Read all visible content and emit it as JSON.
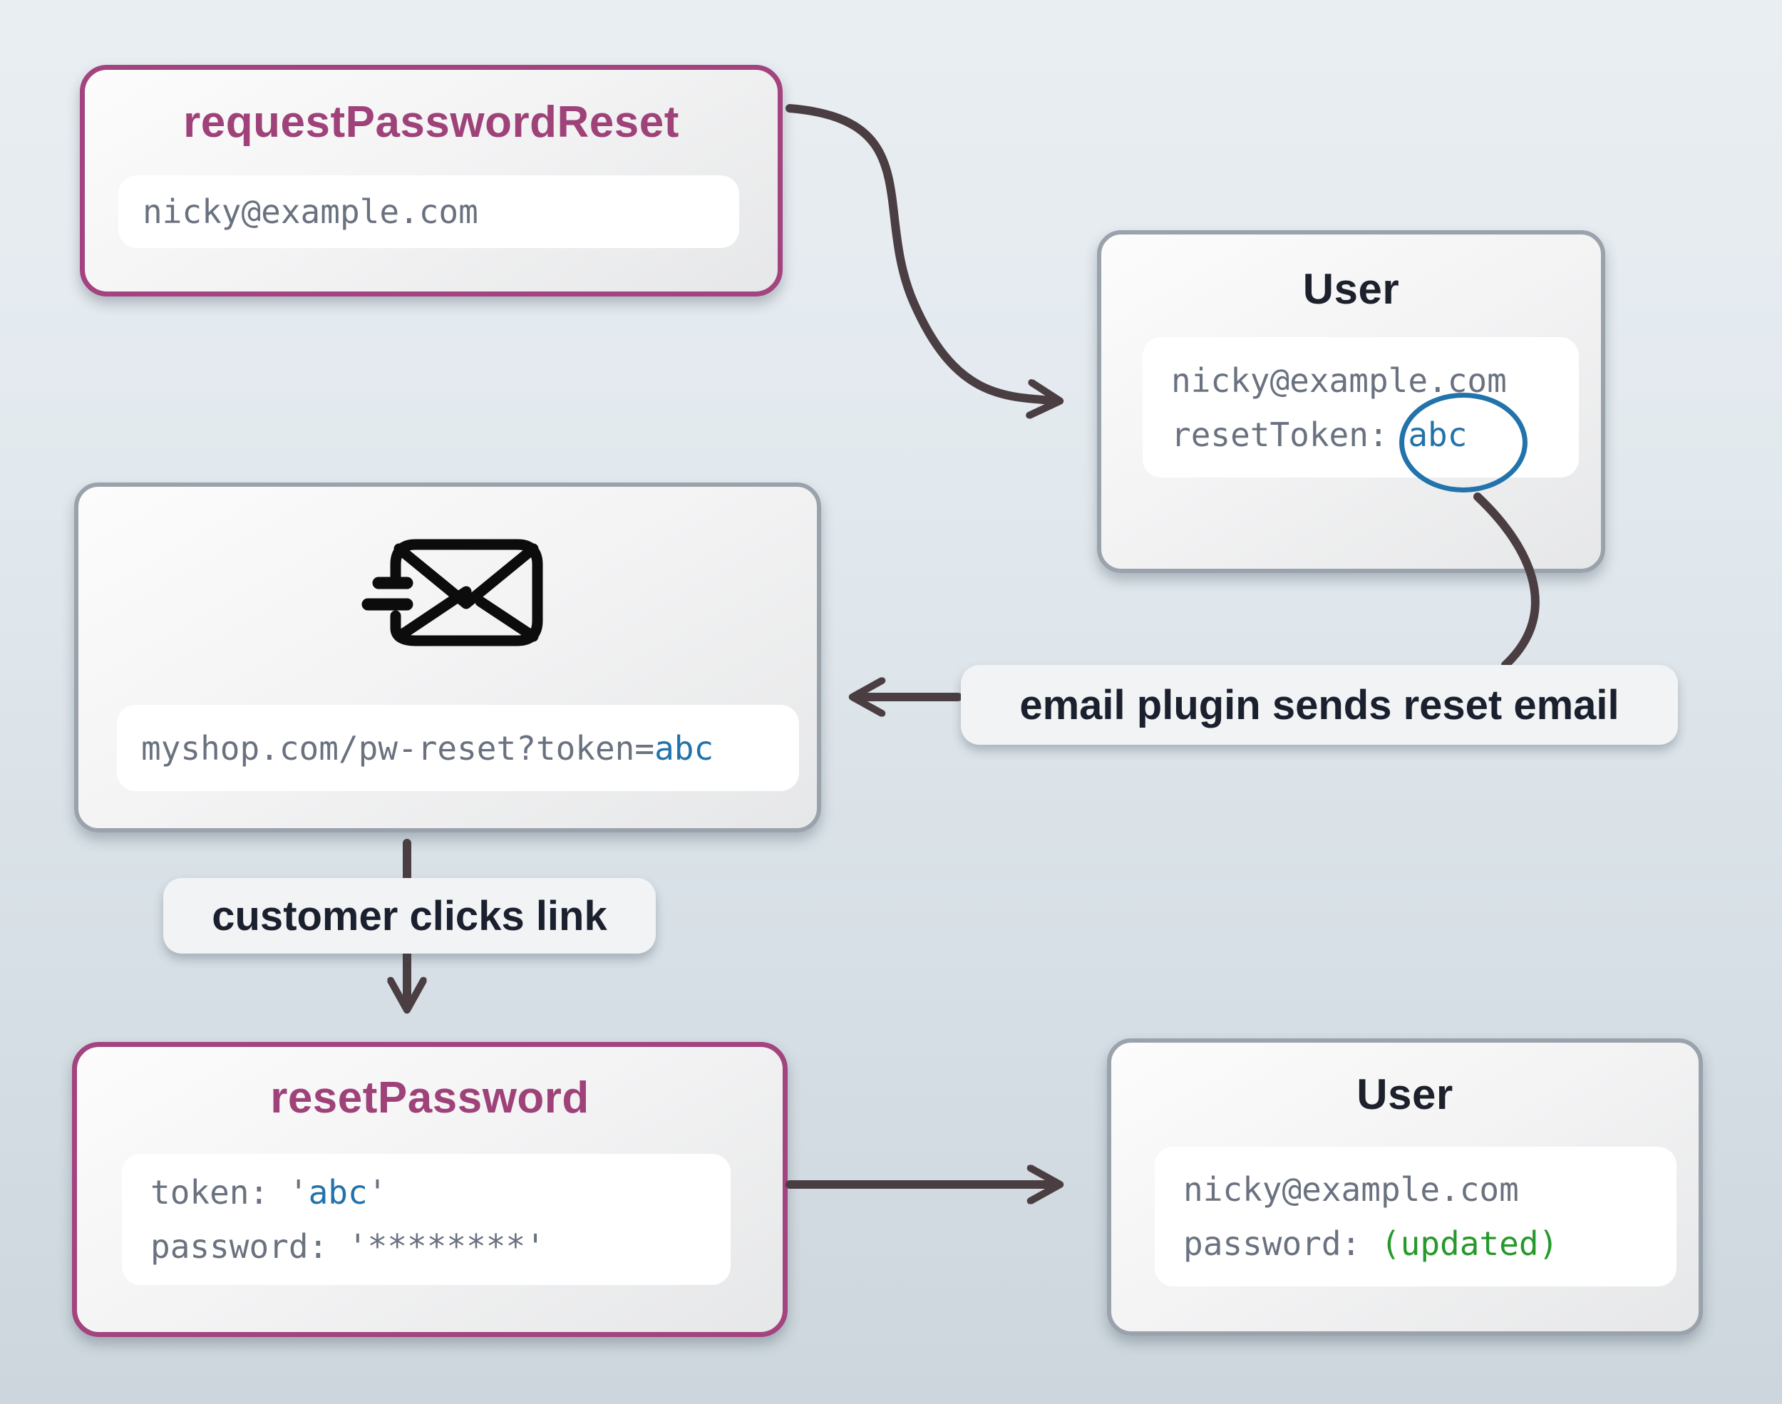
{
  "diagram": {
    "request_box": {
      "title": "requestPasswordReset",
      "email": "nicky@example.com"
    },
    "user_top_box": {
      "title": "User",
      "email": "nicky@example.com",
      "reset_token_label": "resetToken:",
      "reset_token_value": "abc"
    },
    "email_box": {
      "url_prefix": "myshop.com/pw-reset?token=",
      "url_token": "abc"
    },
    "annotations": {
      "email_plugin": "email plugin sends reset email",
      "customer_clicks": "customer clicks link"
    },
    "reset_box": {
      "title": "resetPassword",
      "token_label": "token:",
      "token_open_quote": " '",
      "token_value": "abc",
      "token_close_quote": "'",
      "password_line": "password: '********'"
    },
    "user_bottom_box": {
      "title": "User",
      "email": "nicky@example.com",
      "password_label": "password: ",
      "password_value": "(updated)"
    },
    "colors": {
      "purple_border": "#a3437f",
      "purple_title": "#9e4279",
      "gray_border": "#9aa2ab",
      "arrow": "#4a3e42",
      "token_blue": "#2273ab",
      "updated_green": "#27992c",
      "mono_gray": "#6a7280",
      "title_dark": "#1c212b"
    }
  }
}
